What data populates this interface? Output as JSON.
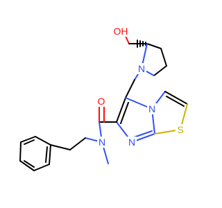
{
  "structure": {
    "atoms": {
      "oh": "OH",
      "o_amide": "O",
      "n_pyrrolidine": "N",
      "n_amide": "N",
      "n_bridge": "N",
      "n_imine": "N",
      "s": "S"
    },
    "colors": {
      "bond": "#000000",
      "oxygen": "#ff0d0d",
      "nitrogen": "#3050f8",
      "sulfur": "#c8b400"
    }
  }
}
